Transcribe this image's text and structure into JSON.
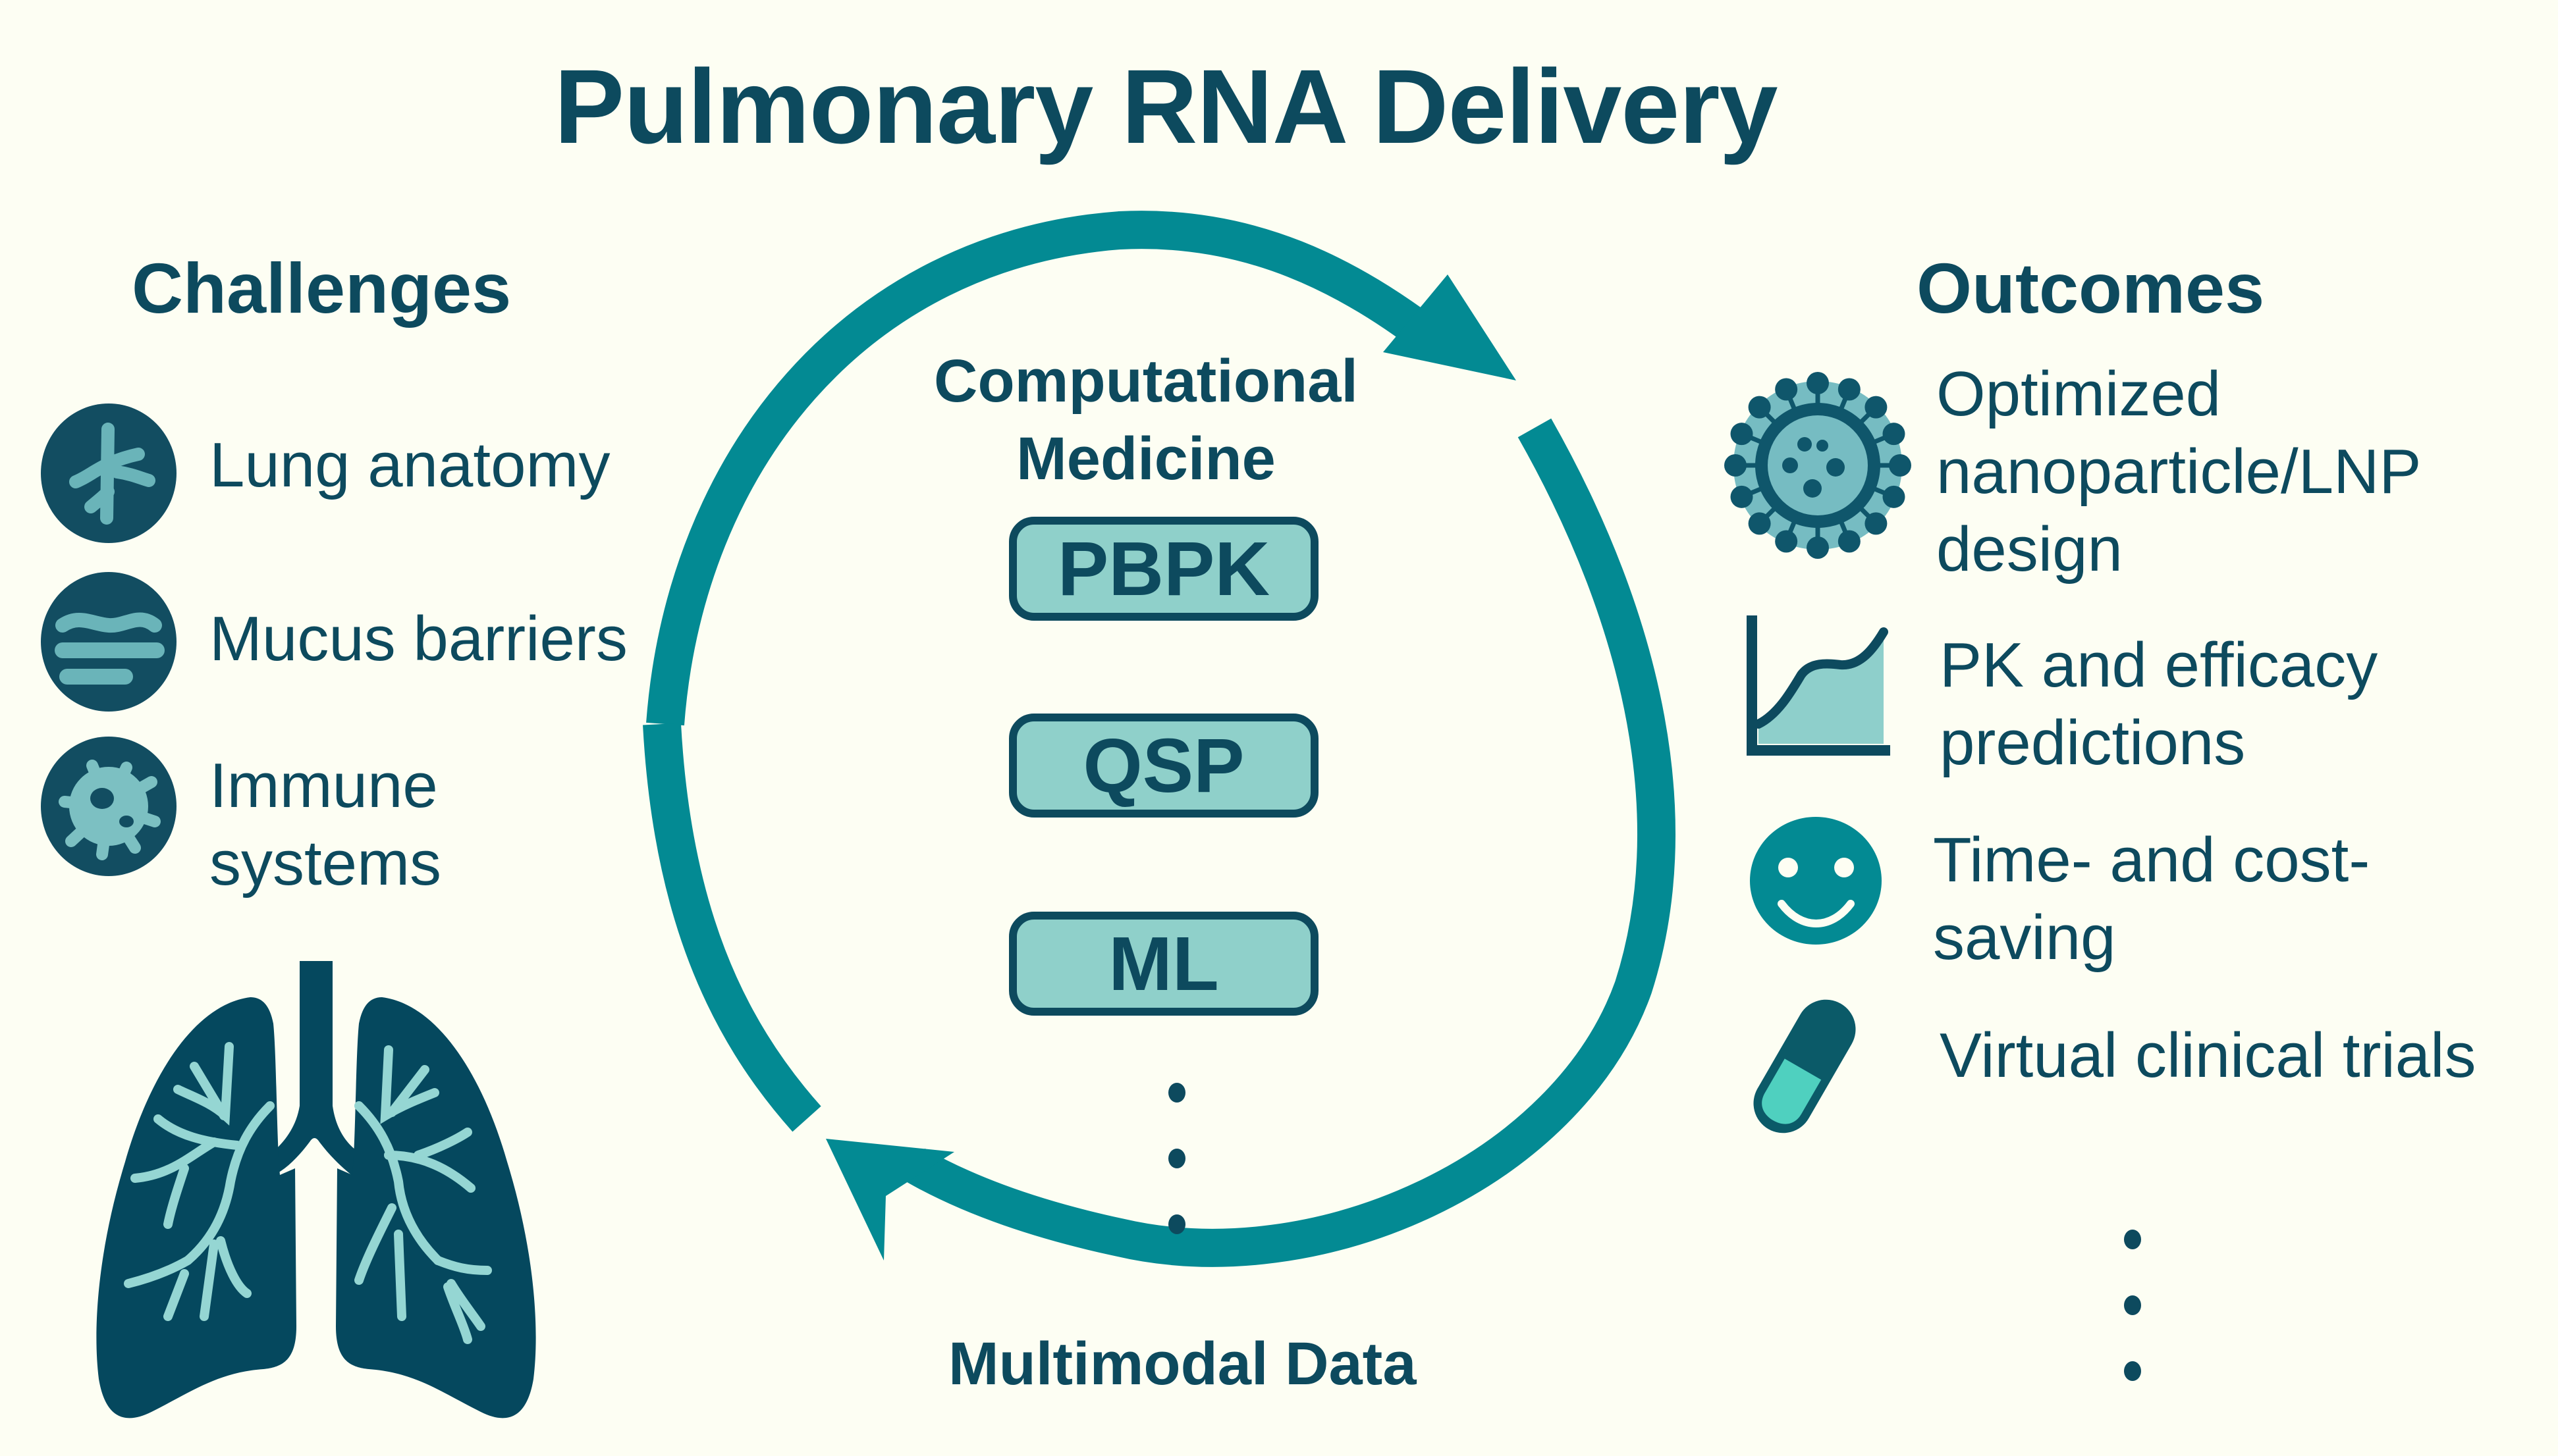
{
  "title": "Pulmonary RNA Delivery",
  "colors": {
    "background": "#fdfef3",
    "dark_teal": "#0d4a5e",
    "cycle_teal": "#038a93",
    "light_teal": "#8fd0ca",
    "icon_light": "#6ab4b9",
    "pill_mint": "#4fd0bf",
    "pill_dark": "#075a67"
  },
  "challenges": {
    "heading": "Challenges",
    "items": [
      {
        "icon": "airway-branch-icon",
        "label": "Lung anatomy"
      },
      {
        "icon": "mucus-layers-icon",
        "label": "Mucus barriers"
      },
      {
        "icon": "immune-cell-icon",
        "label_line1": "Immune",
        "label_line2": "systems"
      }
    ],
    "illustration": "lungs-icon"
  },
  "center": {
    "title_line1": "Computational",
    "title_line2": "Medicine",
    "methods": [
      "PBPK",
      "QSP",
      "ML"
    ],
    "continuation": "ellipsis-vertical",
    "bottom_label": "Multimodal Data",
    "cycle": "circular-arrows-icon"
  },
  "outcomes": {
    "heading": "Outcomes",
    "items": [
      {
        "icon": "nanoparticle-icon",
        "lines": [
          "Optimized",
          "nanoparticle/LNP",
          "design"
        ]
      },
      {
        "icon": "pk-curve-chart-icon",
        "lines": [
          "PK and efficacy",
          "predictions"
        ]
      },
      {
        "icon": "smiley-face-icon",
        "lines": [
          "Time- and cost-",
          "saving"
        ]
      },
      {
        "icon": "capsule-pill-icon",
        "lines": [
          "Virtual clinical trials"
        ]
      }
    ],
    "continuation": "ellipsis-vertical"
  }
}
